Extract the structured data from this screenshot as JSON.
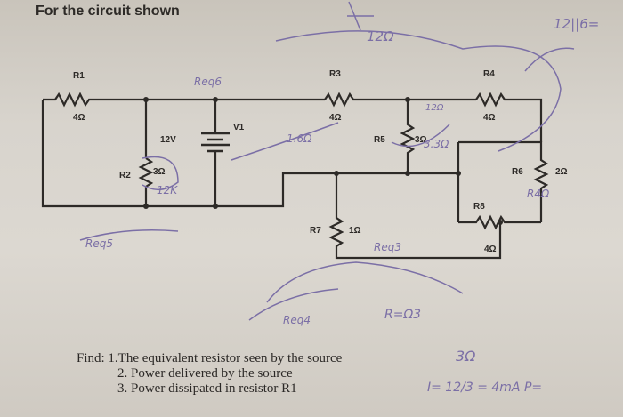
{
  "title": "For the circuit shown",
  "components": {
    "r1": {
      "label": "R1",
      "value": "4Ω"
    },
    "r2": {
      "label": "R2",
      "value": "3Ω"
    },
    "r3": {
      "label": "R3",
      "value": "4Ω"
    },
    "r4": {
      "label": "R4",
      "value": "4Ω"
    },
    "r5": {
      "label": "R5",
      "value": "3Ω"
    },
    "r6": {
      "label": "R6",
      "value": "2Ω"
    },
    "r7": {
      "label": "R7",
      "value": "1Ω"
    },
    "r8": {
      "label": "R8",
      "value": "4Ω"
    }
  },
  "source": {
    "label": "V1",
    "value": "12V"
  },
  "find": {
    "heading": "Find: 1.The equivalent resistor seen by the source",
    "item2": "2. Power delivered by the source",
    "item3": "3. Power dissipated in resistor  R1"
  },
  "annotations": {
    "req6": "Req6",
    "twelve_ohm": "12Ω",
    "twelve_parallel_six": "12||6=",
    "twelve_ohm_small": "12Ω",
    "one_six_ohm": "1.6Ω",
    "three_three": "3.3Ω",
    "twelve_k": "12K",
    "req5": "Req5",
    "r4_ohm": "R4Ω",
    "req3": "Req3",
    "req4": "Req4",
    "r_ohm3": "R=Ω3",
    "three_ohm": "3Ω",
    "current": "I= 12/3 = 4mA  P="
  }
}
